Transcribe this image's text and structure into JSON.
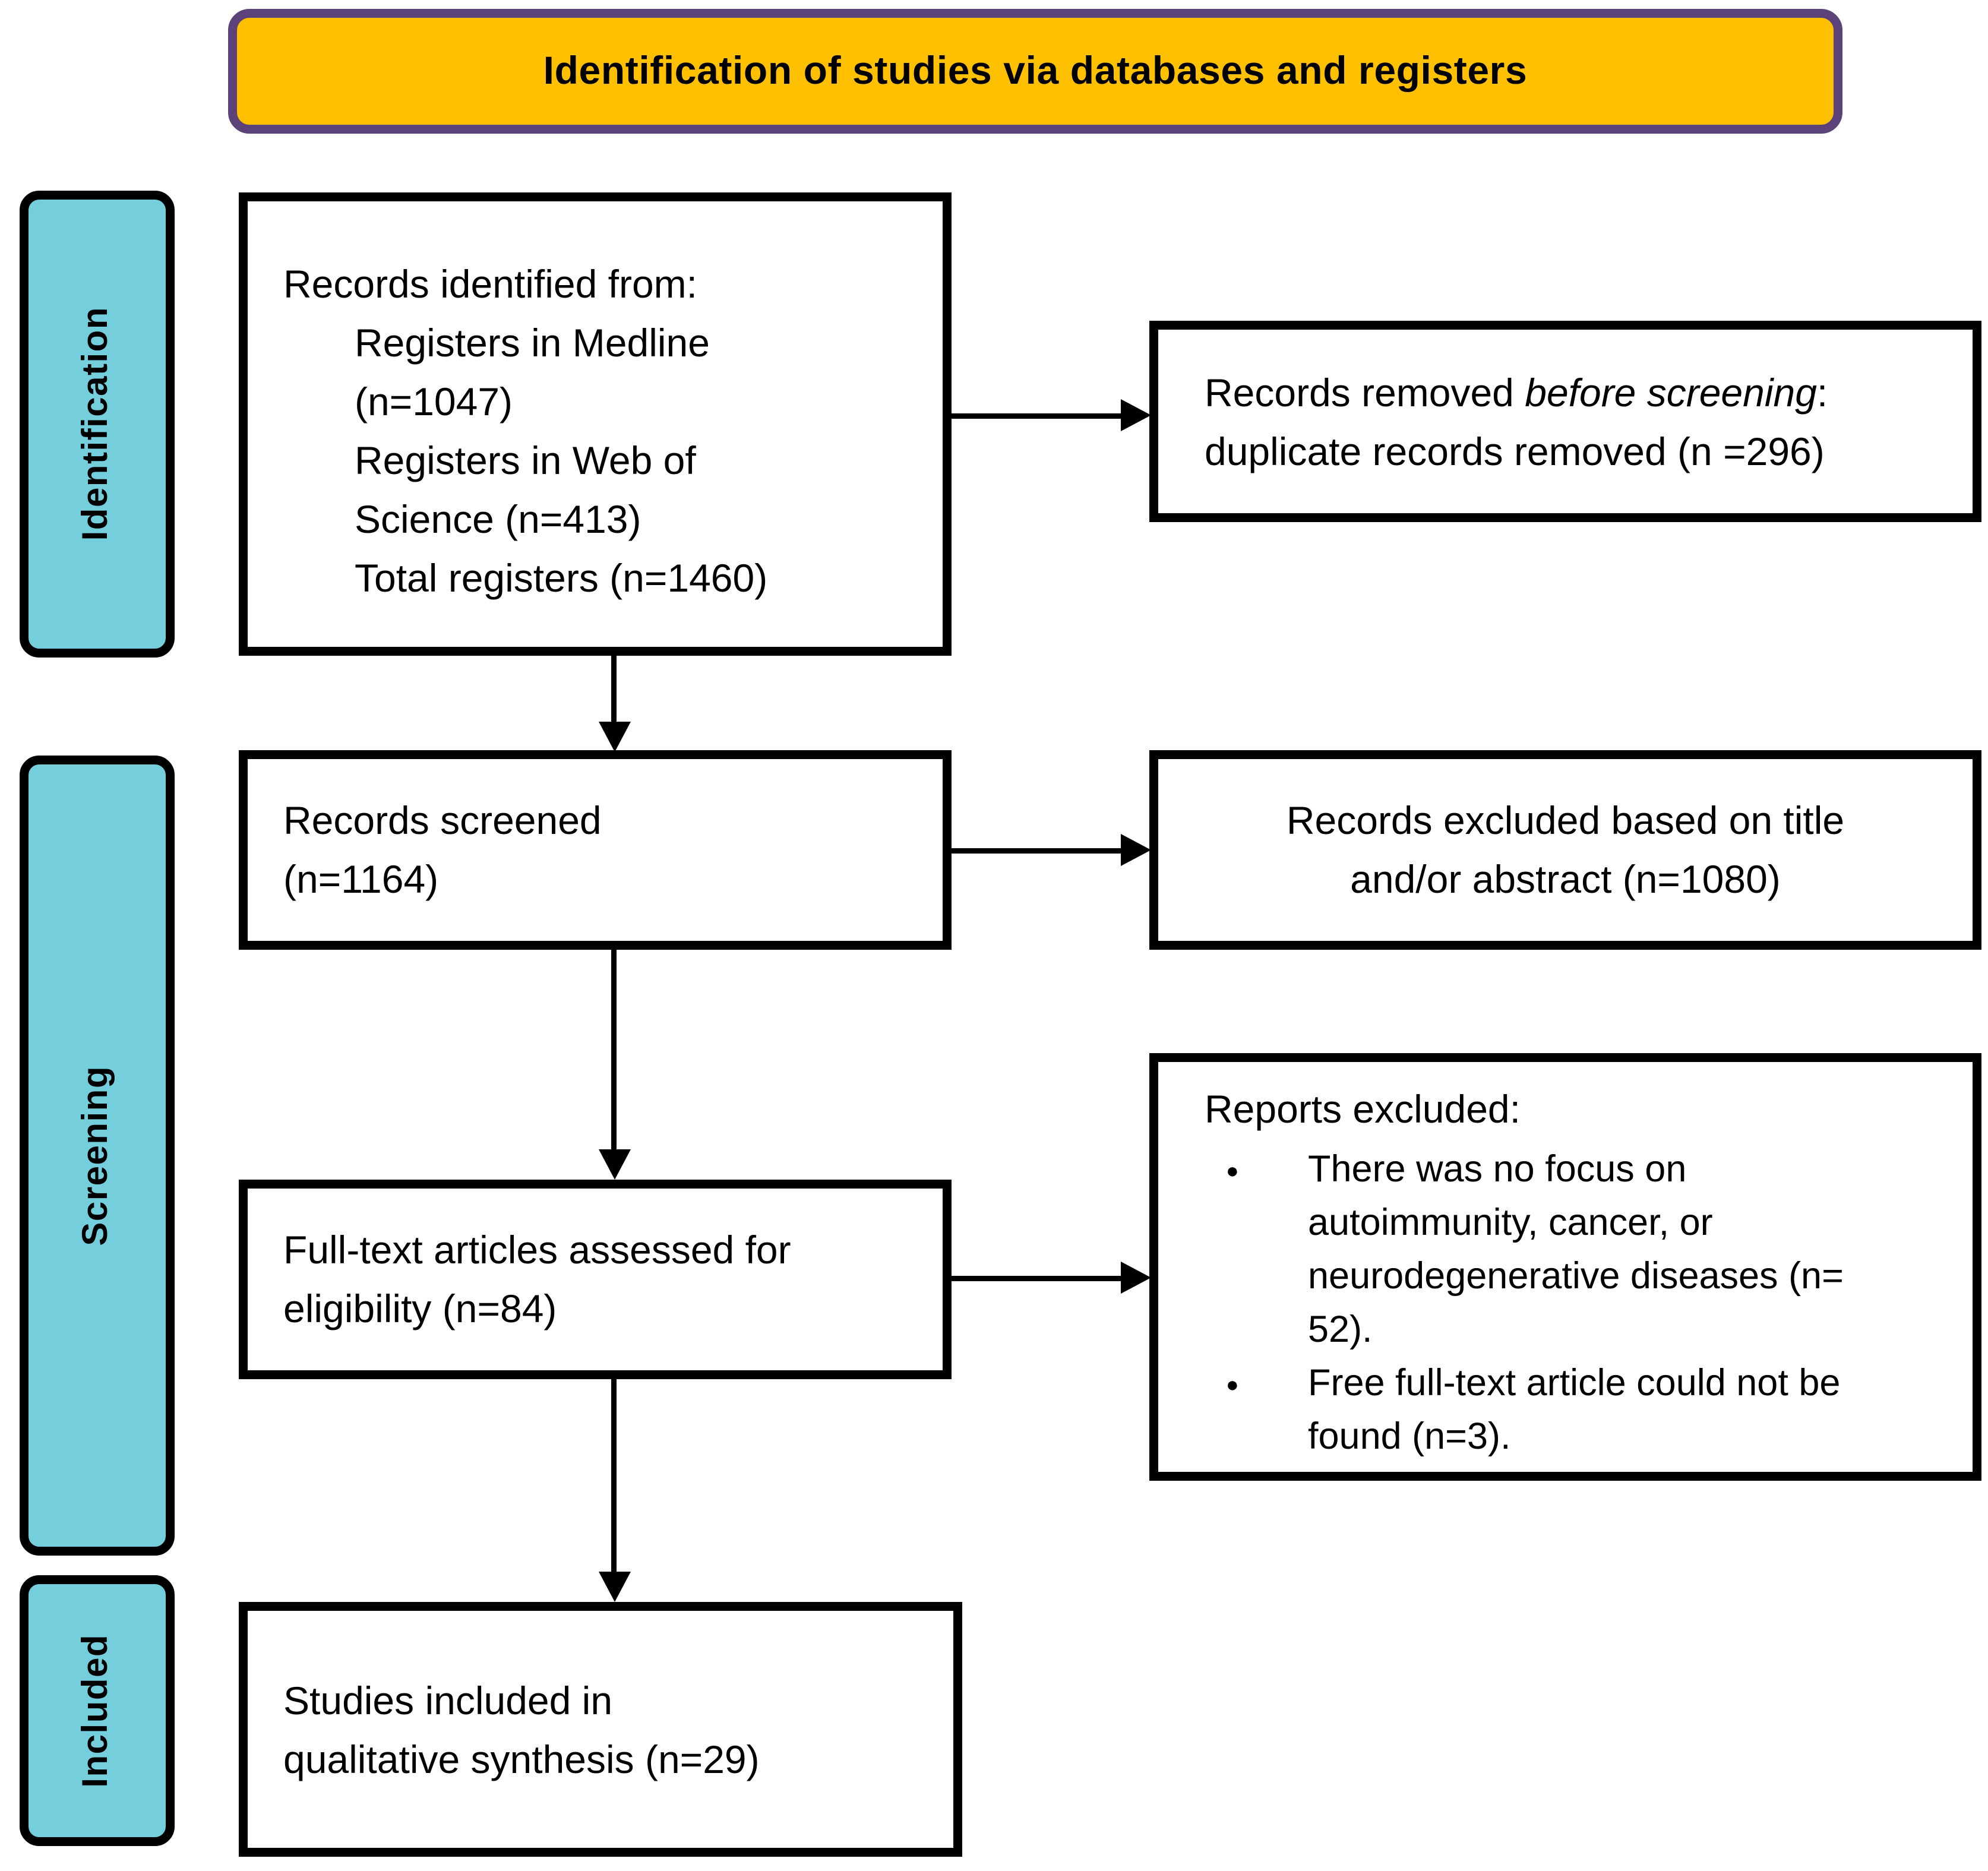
{
  "banner": {
    "title": "Identification of studies via databases and registers"
  },
  "stages": [
    {
      "label": "Identification"
    },
    {
      "label": "Screening"
    },
    {
      "label": "Included"
    }
  ],
  "boxes": {
    "identified": {
      "intro": "Records identified from:",
      "items": [
        "Registers in Medline\n(n=1047)",
        "Registers in Web of\nScience (n=413)",
        "Total registers (n=1460)"
      ]
    },
    "removed": {
      "prefix": "Records removed ",
      "italic": "before screening",
      "suffix": ":\nduplicate records removed (n =296)"
    },
    "screened": {
      "text": "Records screened\n(n=1164)"
    },
    "excluded": {
      "text": "Records excluded based on title\nand/or abstract (n=1080)"
    },
    "fulltext": {
      "text": "Full-text articles assessed for\neligibility (n=84)"
    },
    "reports": {
      "title": "Reports excluded:",
      "bullets": [
        "There was no focus on\nautoimmunity, cancer, or\nneurodegenerative diseases (n=\n52).",
        "Free full-text article could not be\nfound (n=3)."
      ]
    },
    "included": {
      "text": "Studies included in\nqualitative synthesis (n=29)"
    }
  },
  "colors": {
    "banner_fill": "#FFC000",
    "banner_border": "#5B4379",
    "stage_fill": "#74CEDC",
    "box_border": "#000000",
    "arrow": "#000000",
    "text": "#000000",
    "background": "#FFFFFF"
  }
}
